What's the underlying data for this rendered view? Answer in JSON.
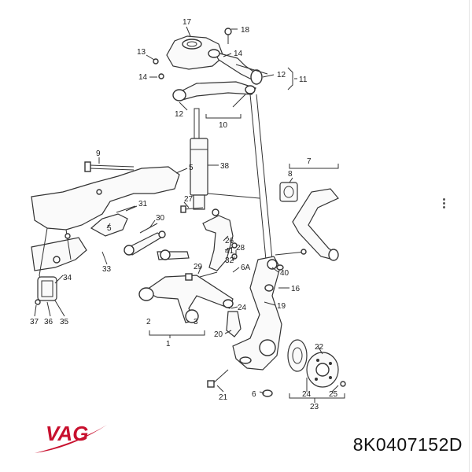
{
  "diagram": {
    "callouts": [
      "18",
      "17",
      "13",
      "14",
      "14",
      "12",
      "11",
      "12",
      "10",
      "9",
      "5",
      "38",
      "7",
      "8",
      "31",
      "30",
      "27",
      "5",
      "26",
      "33",
      "41",
      "28",
      "32",
      "6A",
      "29",
      "40",
      "16",
      "19",
      "24",
      "34",
      "37",
      "36",
      "35",
      "2",
      "3",
      "1",
      "20",
      "22",
      "21",
      "6",
      "24",
      "25",
      "23"
    ]
  },
  "brand": {
    "logo_text": "VAG",
    "logo_color": "#c8102e"
  },
  "part_number": "8K0407152D"
}
